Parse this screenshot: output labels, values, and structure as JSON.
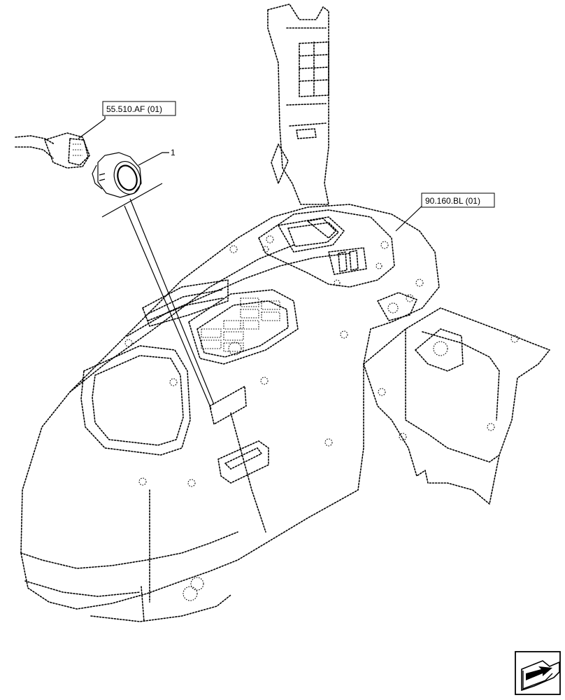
{
  "callouts": {
    "ref_top_left": "55.510.AF (01)",
    "ref_right": "90.160.BL (01)",
    "item_number": "1"
  },
  "icons": {
    "nav": "previous-page-arrow-icon"
  }
}
